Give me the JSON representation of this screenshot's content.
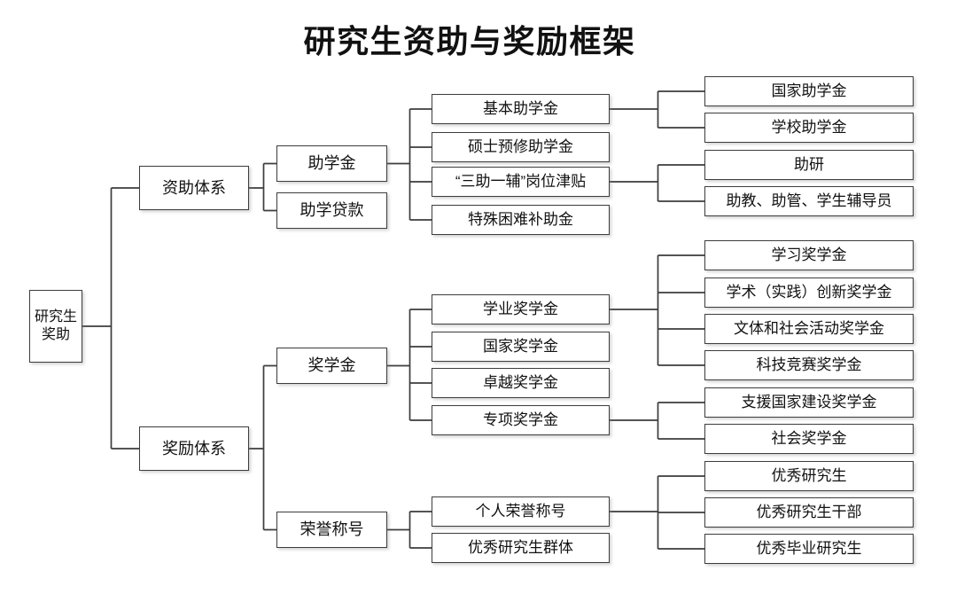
{
  "title": "研究生资助与奖励框架",
  "colors": {
    "line": "#3d3d3d",
    "text": "#111111",
    "background": "#ffffff"
  },
  "tree": {
    "id": "root",
    "label": "研究生奖助",
    "children": [
      {
        "id": "funding-system",
        "label": "资助体系",
        "children": [
          {
            "id": "grants",
            "label": "助学金",
            "children": [
              {
                "id": "basic-grant",
                "label": "基本助学金",
                "children": [
                  {
                    "id": "national-grant",
                    "label": "国家助学金"
                  },
                  {
                    "id": "school-grant",
                    "label": "学校助学金"
                  }
                ]
              },
              {
                "id": "master-pre-grant",
                "label": "硕士预修助学金"
              },
              {
                "id": "assistant-posts",
                "label": "“三助一辅”岗位津贴",
                "children": [
                  {
                    "id": "research-assistant",
                    "label": "助研"
                  },
                  {
                    "id": "ta-admin-counselor",
                    "label": "助教、助管、学生辅导员"
                  }
                ]
              },
              {
                "id": "hardship-subsidy",
                "label": "特殊困难补助金"
              }
            ]
          },
          {
            "id": "student-loan",
            "label": "助学贷款"
          }
        ]
      },
      {
        "id": "award-system",
        "label": "奖励体系",
        "children": [
          {
            "id": "scholarships",
            "label": "奖学金",
            "children": [
              {
                "id": "academic-scholarship",
                "label": "学业奖学金",
                "children": [
                  {
                    "id": "study-scholarship",
                    "label": "学习奖学金"
                  },
                  {
                    "id": "innovation-scholarship",
                    "label": "学术（实践）创新奖学金"
                  },
                  {
                    "id": "activity-scholarship",
                    "label": "文体和社会活动奖学金"
                  },
                  {
                    "id": "competition-scholarship",
                    "label": "科技竞赛奖学金"
                  }
                ]
              },
              {
                "id": "national-scholarship",
                "label": "国家奖学金"
              },
              {
                "id": "excellence-scholarship",
                "label": "卓越奖学金"
              },
              {
                "id": "special-scholarship",
                "label": "专项奖学金",
                "children": [
                  {
                    "id": "nation-building-scholarship",
                    "label": "支援国家建设奖学金"
                  },
                  {
                    "id": "social-scholarship",
                    "label": "社会奖学金"
                  }
                ]
              }
            ]
          },
          {
            "id": "honor-titles",
            "label": "荣誉称号",
            "children": [
              {
                "id": "individual-honor",
                "label": "个人荣誉称号",
                "children": [
                  {
                    "id": "outstanding-graduate",
                    "label": "优秀研究生"
                  },
                  {
                    "id": "outstanding-cadre",
                    "label": "优秀研究生干部"
                  },
                  {
                    "id": "outstanding-graduating",
                    "label": "优秀毕业研究生"
                  }
                ]
              },
              {
                "id": "outstanding-group",
                "label": "优秀研究生群体"
              }
            ]
          }
        ]
      }
    ]
  }
}
